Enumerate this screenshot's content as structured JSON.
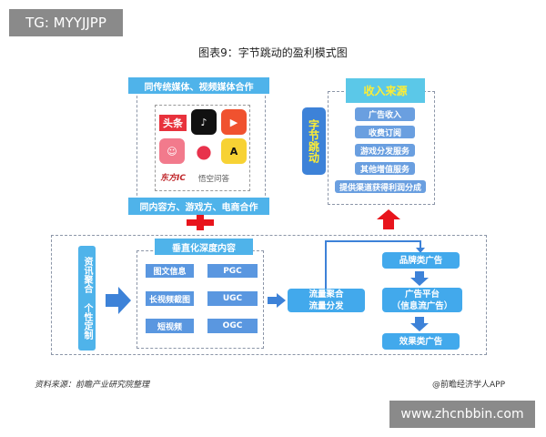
{
  "watermark_top": "TG: MYYJJPP",
  "watermark_bottom": "www.zhcnbbin.com",
  "title": "图表9：字节跳动的盈利模式图",
  "left_top": {
    "header": "同传统媒体、视频媒体合作",
    "footer": "同内容方、游戏方、电商合作",
    "logos": [
      {
        "name": "toutiao-logo",
        "text": "头条",
        "color": "#e8323c"
      },
      {
        "name": "douyin-logo",
        "text": "♪",
        "color": "#111111"
      },
      {
        "name": "huoshan-logo",
        "text": "▶",
        "color": "#f0522f"
      },
      {
        "name": "pipixia-logo",
        "text": "☺",
        "color": "#f27a8c"
      },
      {
        "name": "xigua-logo",
        "text": "●",
        "color": "#ffffff"
      },
      {
        "name": "yingshi-logo",
        "text": "A",
        "color": "#f7d234"
      }
    ],
    "logo_texts": [
      "东方IC",
      "悟空问答"
    ]
  },
  "revenue": {
    "header": "收入来源",
    "company": "字节跳动",
    "items": [
      "广告收入",
      "收费订阅",
      "游戏分发服务",
      "其他增值服务",
      "提供渠道获得利润分成"
    ]
  },
  "bottom": {
    "side_label": "资讯聚合 个性定制",
    "content_header": "垂直化深度内容",
    "content_left": [
      "图文信息",
      "长视频截图",
      "短视频"
    ],
    "content_right": [
      "PGC",
      "UGC",
      "OGC"
    ],
    "traffic": "流量聚合\n流量分发",
    "brand_ads": "品牌类广告",
    "ad_platform": "广告平台\n（信息流广告）",
    "effect_ads": "效果类广告"
  },
  "source": "资料来源：前瞻产业研究院整理",
  "credit": "@前瞻经济学人APP",
  "colors": {
    "primary": "#4fb3ea",
    "item": "#6a9fe0",
    "red": "#e8141c",
    "yellow": "#ffee33"
  }
}
